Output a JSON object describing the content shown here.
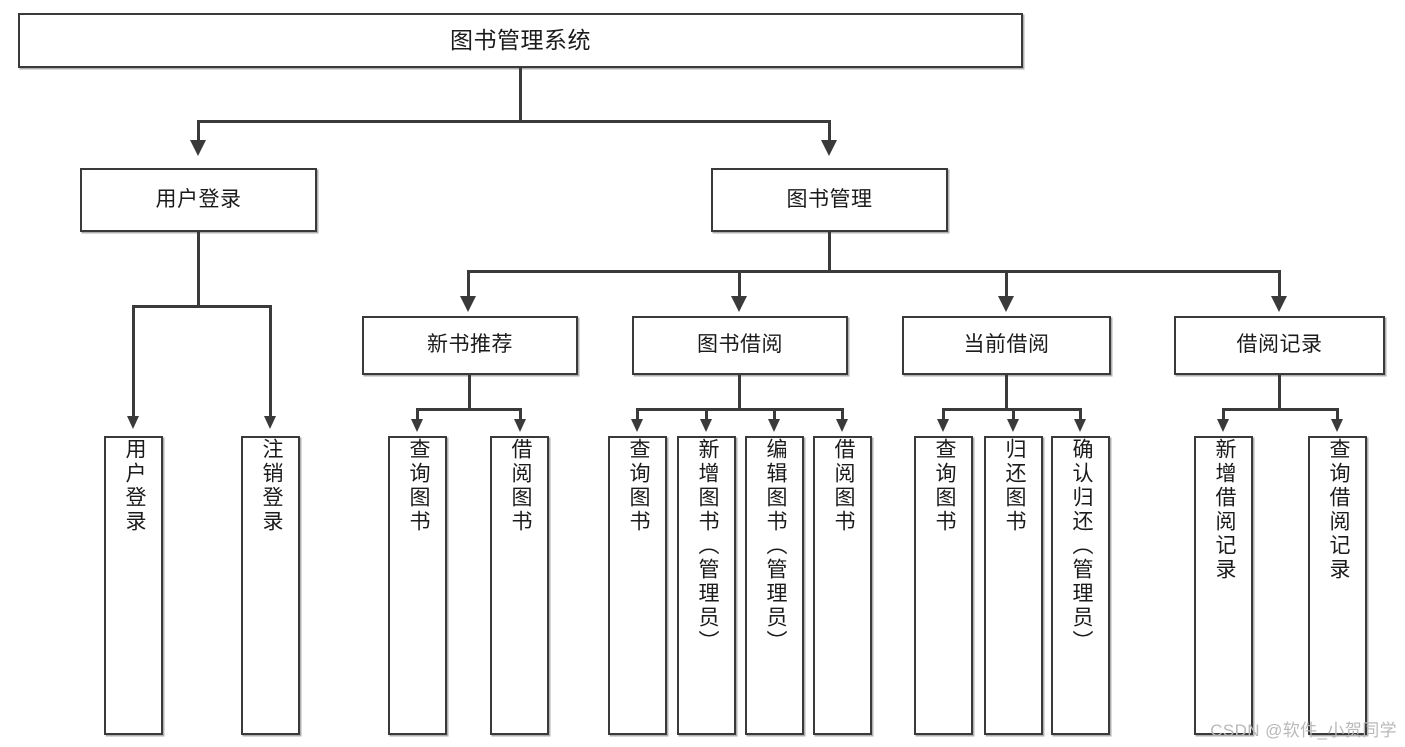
{
  "diagram": {
    "title": "图书管理系统",
    "type": "tree-hierarchy-diagram",
    "colors": {
      "stroke": "#3a3a3a",
      "fill": "#ffffff",
      "text": "#1b1b1b",
      "watermark": "#b9b9b9"
    }
  },
  "root": {
    "label": "图书管理系统"
  },
  "level2": {
    "user_login": {
      "label": "用户登录"
    },
    "book_manage": {
      "label": "图书管理"
    }
  },
  "level3": {
    "new_book_rec": {
      "label": "新书推荐"
    },
    "book_borrow": {
      "label": "图书借阅"
    },
    "current_borrow": {
      "label": "当前借阅"
    },
    "borrow_record": {
      "label": "借阅记录"
    }
  },
  "leaves": {
    "user_login": [
      {
        "label": "用户登录"
      },
      {
        "label": "注销登录"
      }
    ],
    "new_book_rec": [
      {
        "label": "查询图书"
      },
      {
        "label": "借阅图书"
      }
    ],
    "book_borrow": [
      {
        "label": "查询图书"
      },
      {
        "label": "新增图书（管理员）"
      },
      {
        "label": "编辑图书（管理员）"
      },
      {
        "label": "借阅图书"
      }
    ],
    "current_borrow": [
      {
        "label": "查询图书"
      },
      {
        "label": "归还图书"
      },
      {
        "label": "确认归还（管理员）"
      }
    ],
    "borrow_record": [
      {
        "label": "新增借阅记录"
      },
      {
        "label": "查询借阅记录"
      }
    ]
  },
  "watermark": {
    "text": "CSDN @软件_小贺同学"
  }
}
